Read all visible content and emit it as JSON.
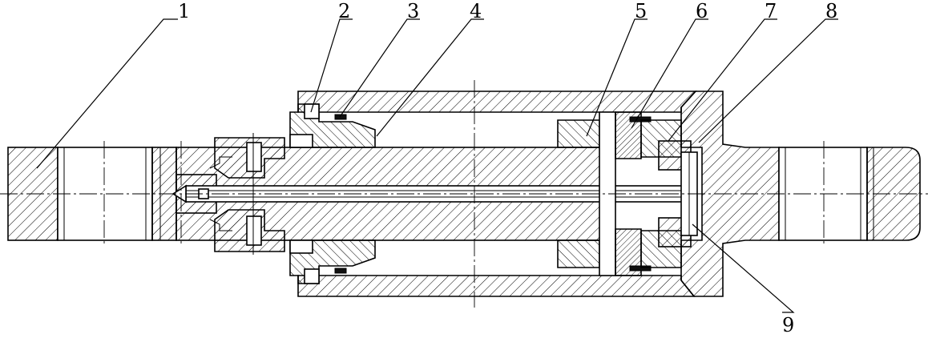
{
  "diagram": {
    "type": "mechanical-cross-section",
    "callouts": [
      {
        "id": "1",
        "label": "1"
      },
      {
        "id": "2",
        "label": "2"
      },
      {
        "id": "3",
        "label": "3"
      },
      {
        "id": "4",
        "label": "4"
      },
      {
        "id": "5",
        "label": "5"
      },
      {
        "id": "6",
        "label": "6"
      },
      {
        "id": "7",
        "label": "7"
      },
      {
        "id": "8",
        "label": "8"
      },
      {
        "id": "9",
        "label": "9"
      }
    ],
    "colors": {
      "line": "#000000",
      "background": "#ffffff",
      "seal": "#111111"
    }
  }
}
